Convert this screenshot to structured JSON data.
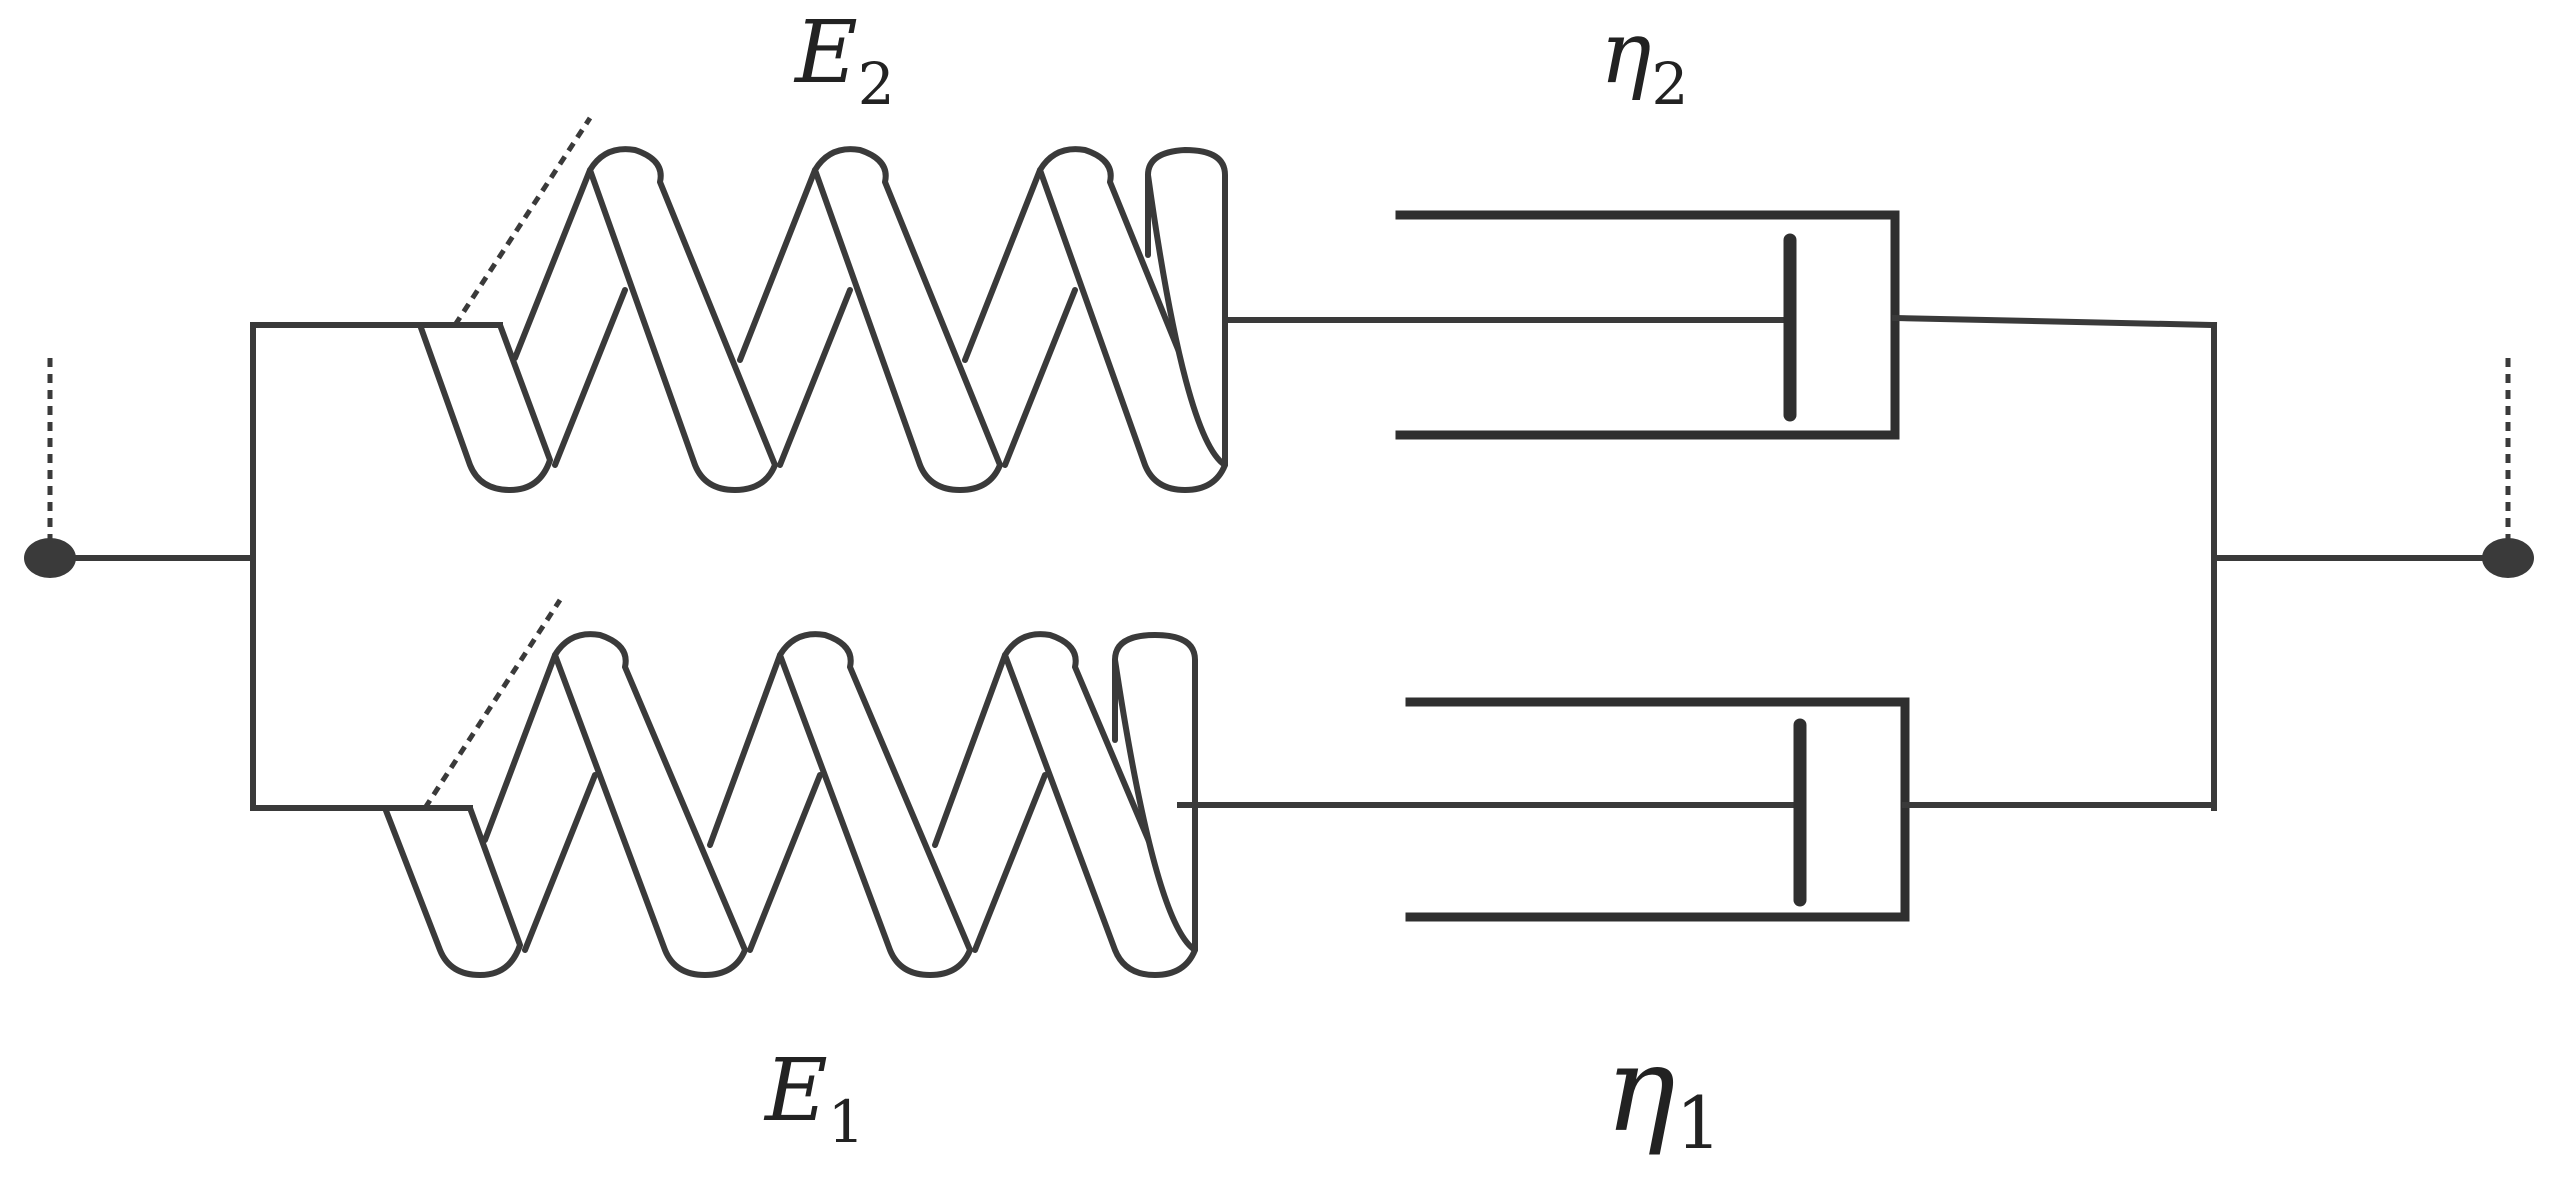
{
  "diagram": {
    "elements": {
      "spring_top": {
        "symbol": "E",
        "subscript": "2"
      },
      "spring_bottom": {
        "symbol": "E",
        "subscript": "1"
      },
      "dashpot_top": {
        "symbol": "η",
        "subscript": "2"
      },
      "dashpot_bottom": {
        "symbol": "η",
        "subscript": "1"
      }
    },
    "colors": {
      "line": "#3a3a3a",
      "background": "#ffffff"
    }
  }
}
